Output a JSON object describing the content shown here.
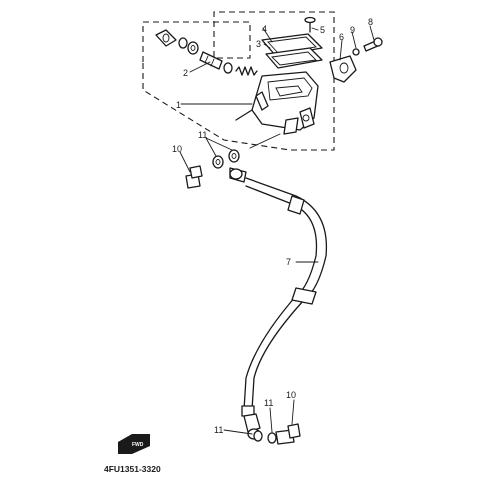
{
  "diagram": {
    "part_code": "4FU1351-3320",
    "direction_mark": "FWD",
    "callouts": [
      {
        "id": "c1",
        "text": "1"
      },
      {
        "id": "c2",
        "text": "2"
      },
      {
        "id": "c3",
        "text": "3"
      },
      {
        "id": "c4",
        "text": "4"
      },
      {
        "id": "c5",
        "text": "5"
      },
      {
        "id": "c6a",
        "text": "6"
      },
      {
        "id": "c6b",
        "text": "6"
      },
      {
        "id": "c7",
        "text": "7"
      },
      {
        "id": "c8",
        "text": "8"
      },
      {
        "id": "c9",
        "text": "9"
      },
      {
        "id": "c10a",
        "text": "10"
      },
      {
        "id": "c10b",
        "text": "10"
      },
      {
        "id": "c11a",
        "text": "11"
      },
      {
        "id": "c11b",
        "text": "11"
      },
      {
        "id": "c11c",
        "text": "11"
      }
    ]
  }
}
